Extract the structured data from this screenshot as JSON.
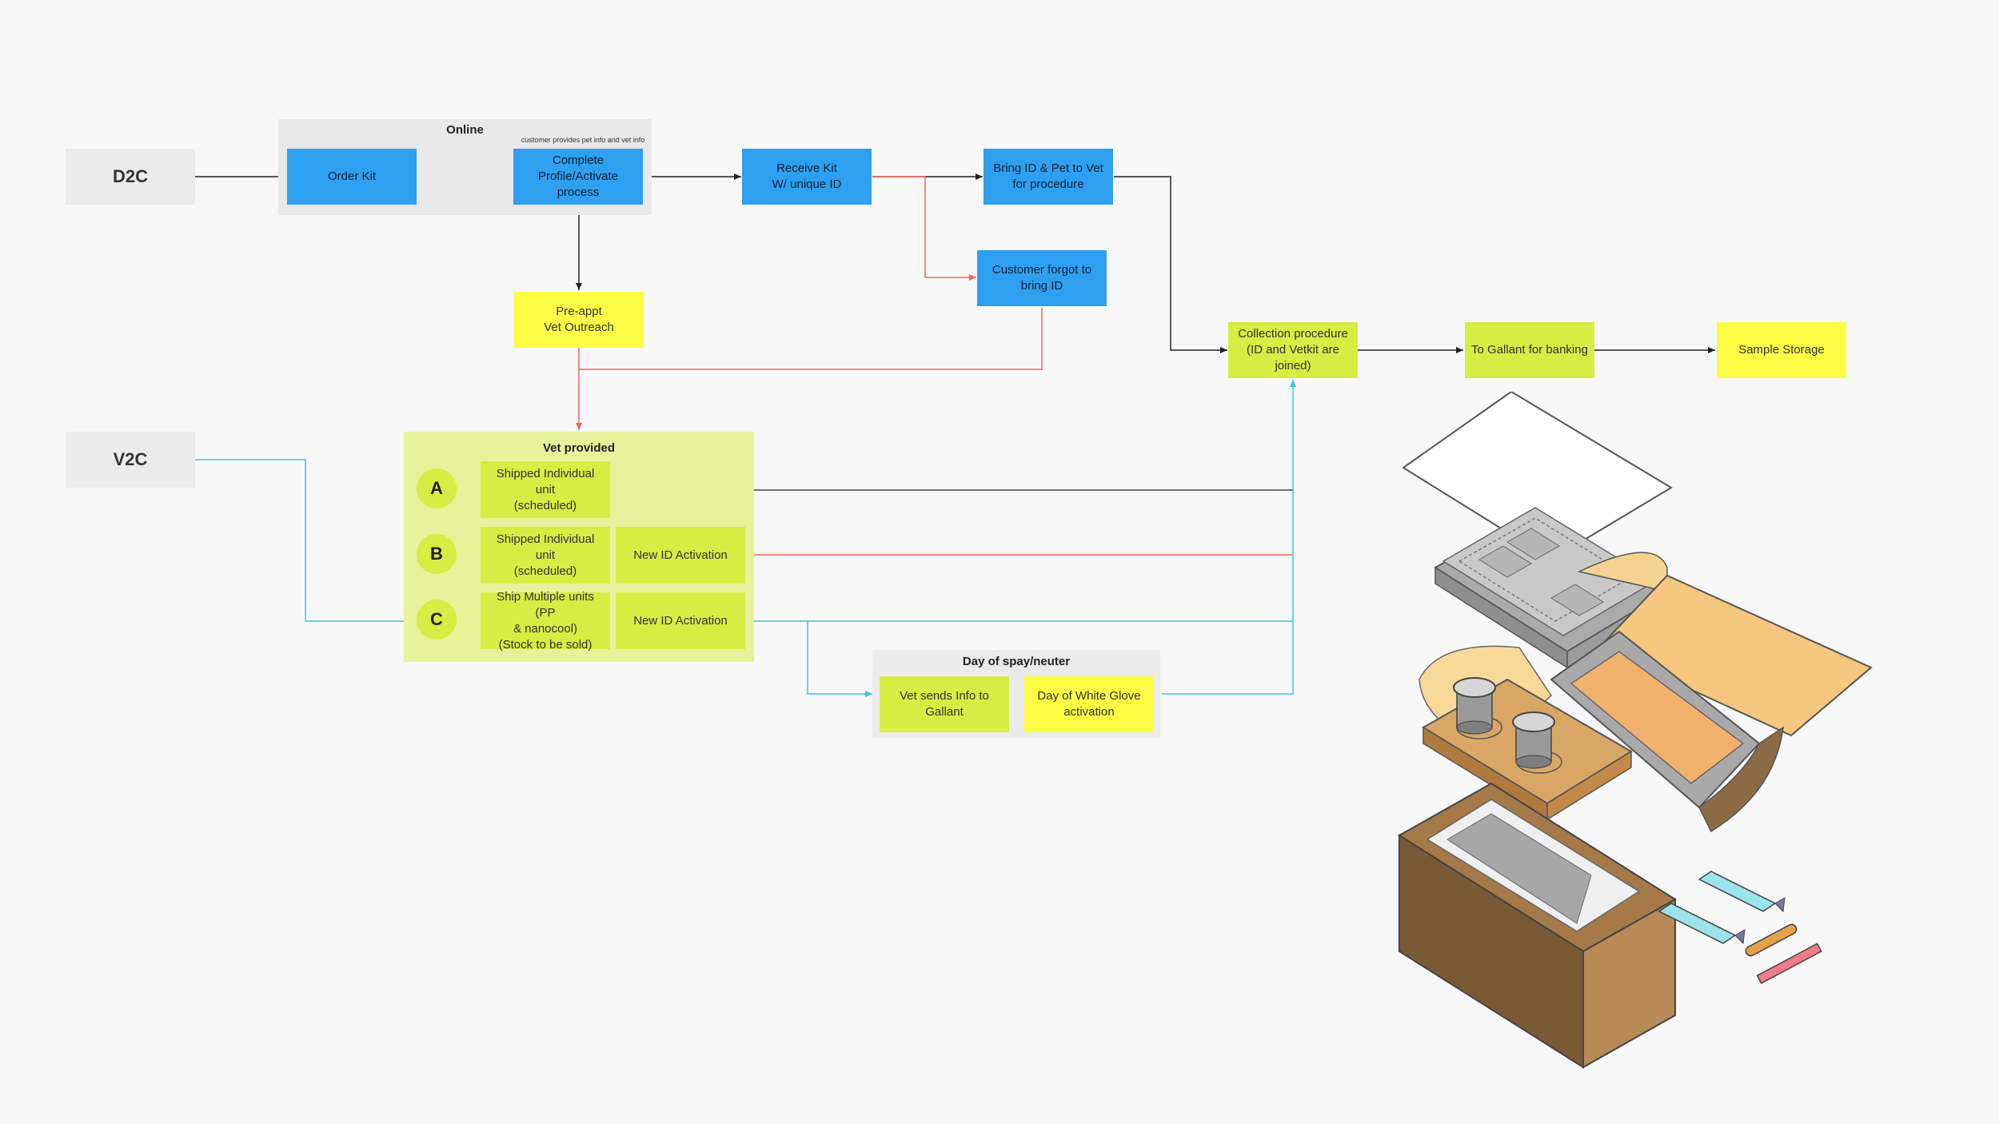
{
  "lanes": {
    "d2c": "D2C",
    "v2c": "V2C"
  },
  "groups": {
    "online": {
      "title": "Online",
      "note": "customer provides pet info and vet info"
    },
    "vet_provided": {
      "title": "Vet provided"
    },
    "day_of": {
      "title": "Day of spay/neuter"
    }
  },
  "nodes": {
    "order_kit": "Order Kit",
    "complete_profile": "Complete\nProfile/Activate\nprocess",
    "receive_kit": "Receive Kit\nW/ unique ID",
    "bring_id": "Bring ID & Pet to Vet\nfor procedure",
    "forgot_id": "Customer forgot to\nbring ID",
    "pre_appt": "Pre-appt\nVet Outreach",
    "collection": "Collection procedure\n(ID and Vetkit are\njoined)",
    "to_gallant": "To Gallant for banking",
    "sample_storage": "Sample Storage",
    "a_shipped": "Shipped Individual\nunit\n(scheduled)",
    "b_shipped": "Shipped Individual\nunit\n(scheduled)",
    "b_activation": "New ID Activation",
    "c_ship_multiple": "Ship Multiple units (PP\n& nanocool)\n(Stock to be sold)",
    "c_activation": "New ID Activation",
    "vet_sends": "Vet sends Info to\nGallant",
    "white_glove": "Day of White Glove\nactivation"
  },
  "options": {
    "a": "A",
    "b": "B",
    "c": "C"
  },
  "colors": {
    "blue": "#2f9ff0",
    "yellow": "#fdfc45",
    "lime": "#d6ed43",
    "arrow_black": "#222222",
    "arrow_red": "#f0665a",
    "arrow_cyan": "#35c8dc",
    "box_tan": "#c4955a",
    "lid_orange": "#f5c77f"
  }
}
